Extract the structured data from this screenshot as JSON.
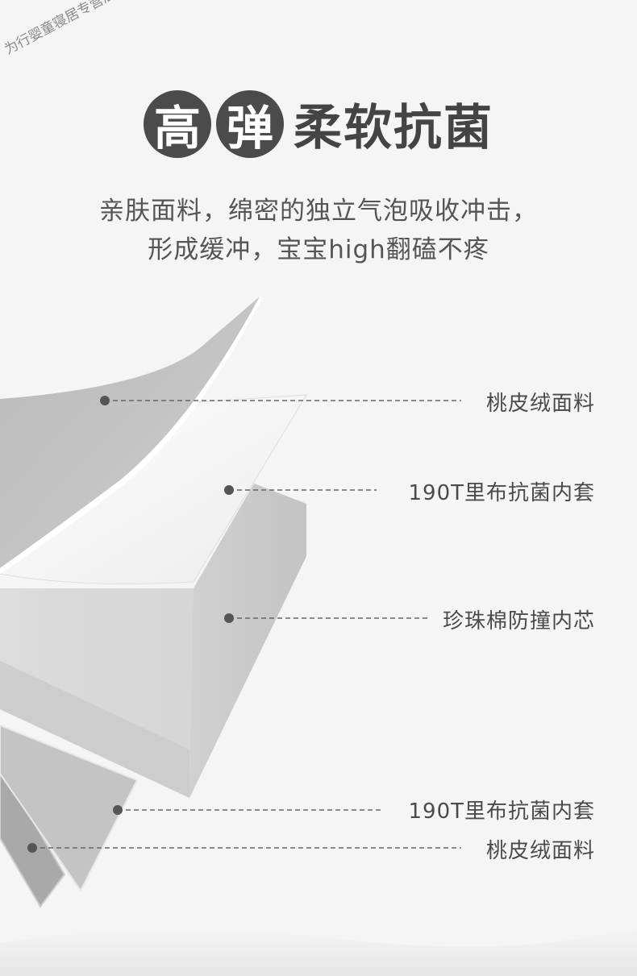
{
  "watermark": "为行婴童寝居专营店",
  "title": {
    "circle_chars": [
      "高",
      "弹"
    ],
    "rest": "柔软抗菌"
  },
  "subtitle": {
    "line1": "亲肤面料，绵密的独立气泡吸收冲击，",
    "line2": "形成缓冲，宝宝high翻磕不疼"
  },
  "layers": [
    {
      "label": "桃皮绒面料"
    },
    {
      "label": "190T里布抗菌内套"
    },
    {
      "label": "珍珠棉防撞内芯"
    },
    {
      "label": "190T里布抗菌内套"
    },
    {
      "label": "桃皮绒面料"
    }
  ],
  "colors": {
    "circle_bg": "#4b4b4b",
    "title_text": "#444444",
    "dot": "#555555"
  }
}
